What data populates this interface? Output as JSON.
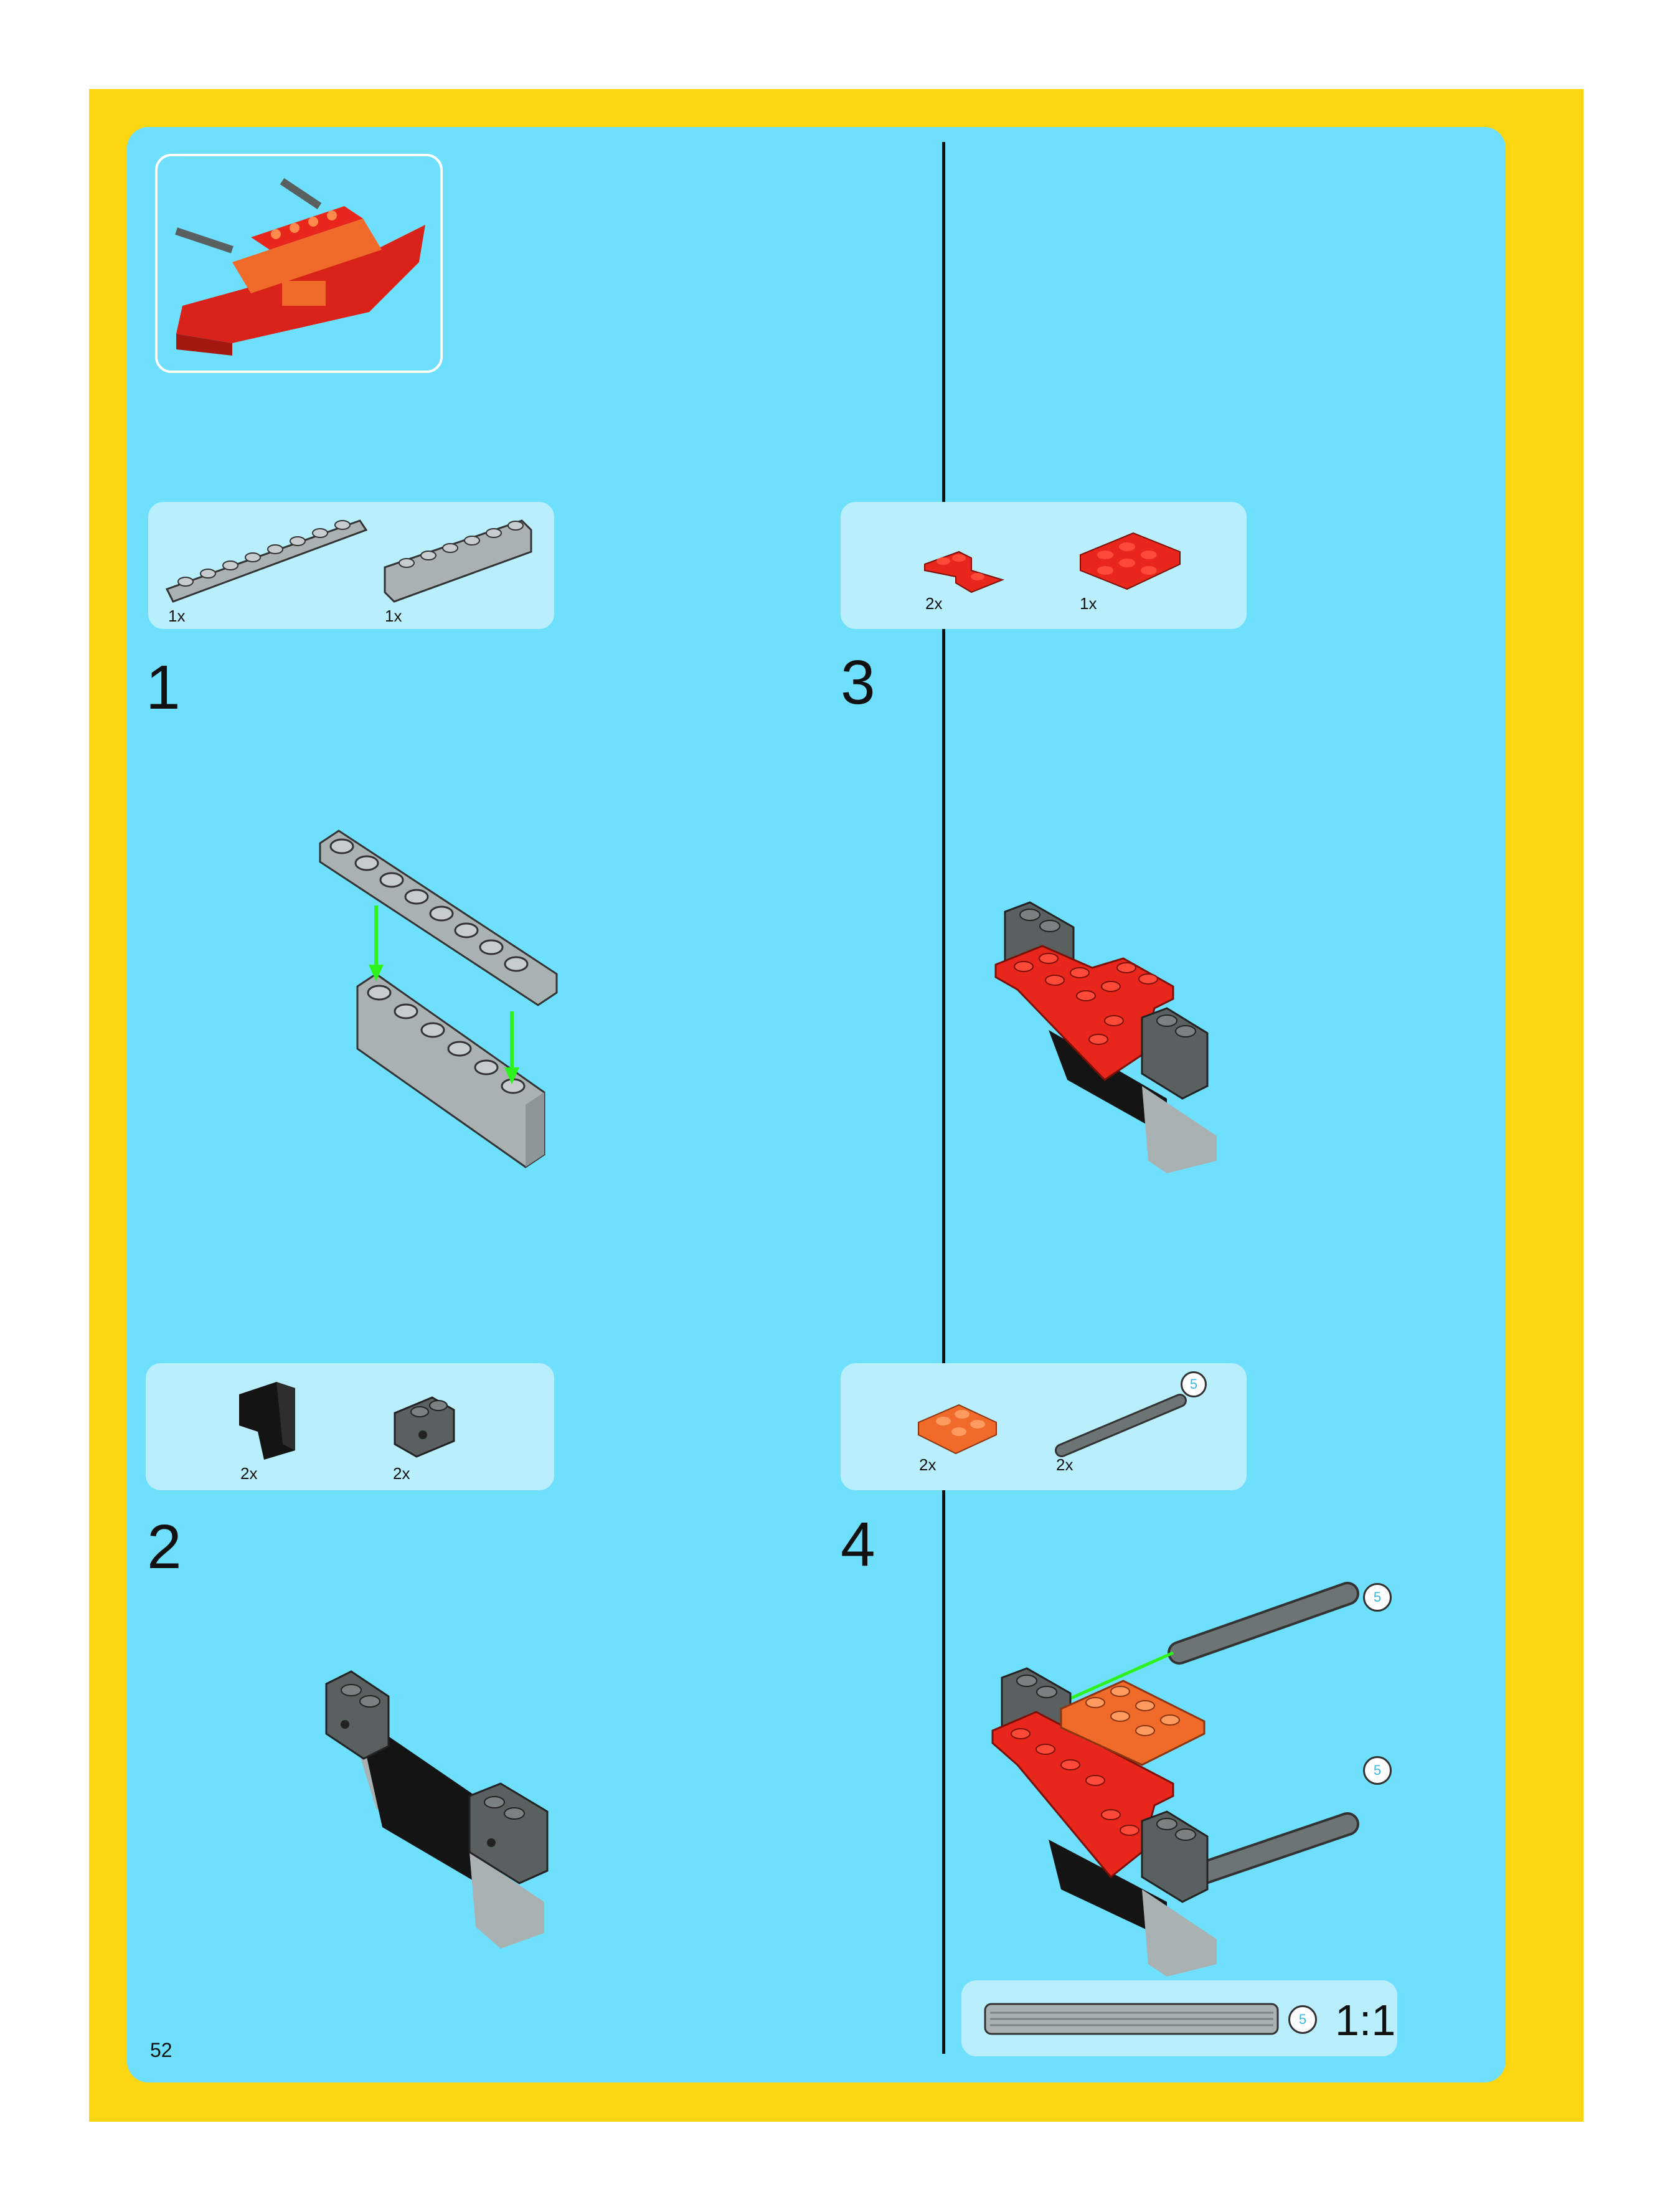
{
  "page_number": "52",
  "colors": {
    "frame": "#fdd612",
    "panel": "#6ee0fd",
    "parts_box": "#b9effd",
    "red": "#e8261b",
    "orange": "#f06a2a",
    "light_gray": "#a9b1b2",
    "dark_gray": "#59605f",
    "black": "#141414",
    "arrow": "#2ef21b"
  },
  "steps": [
    {
      "number": "1",
      "parts": [
        {
          "qty": "1x"
        },
        {
          "qty": "1x"
        }
      ]
    },
    {
      "number": "2",
      "parts": [
        {
          "qty": "2x"
        },
        {
          "qty": "2x"
        }
      ]
    },
    {
      "number": "3",
      "parts": [
        {
          "qty": "2x"
        },
        {
          "qty": "1x"
        }
      ]
    },
    {
      "number": "4",
      "parts": [
        {
          "qty": "2x"
        },
        {
          "qty": "2x",
          "length": "5"
        }
      ]
    }
  ],
  "axle_length_label": "5",
  "scale": {
    "length": "5",
    "ratio": "1:1"
  }
}
